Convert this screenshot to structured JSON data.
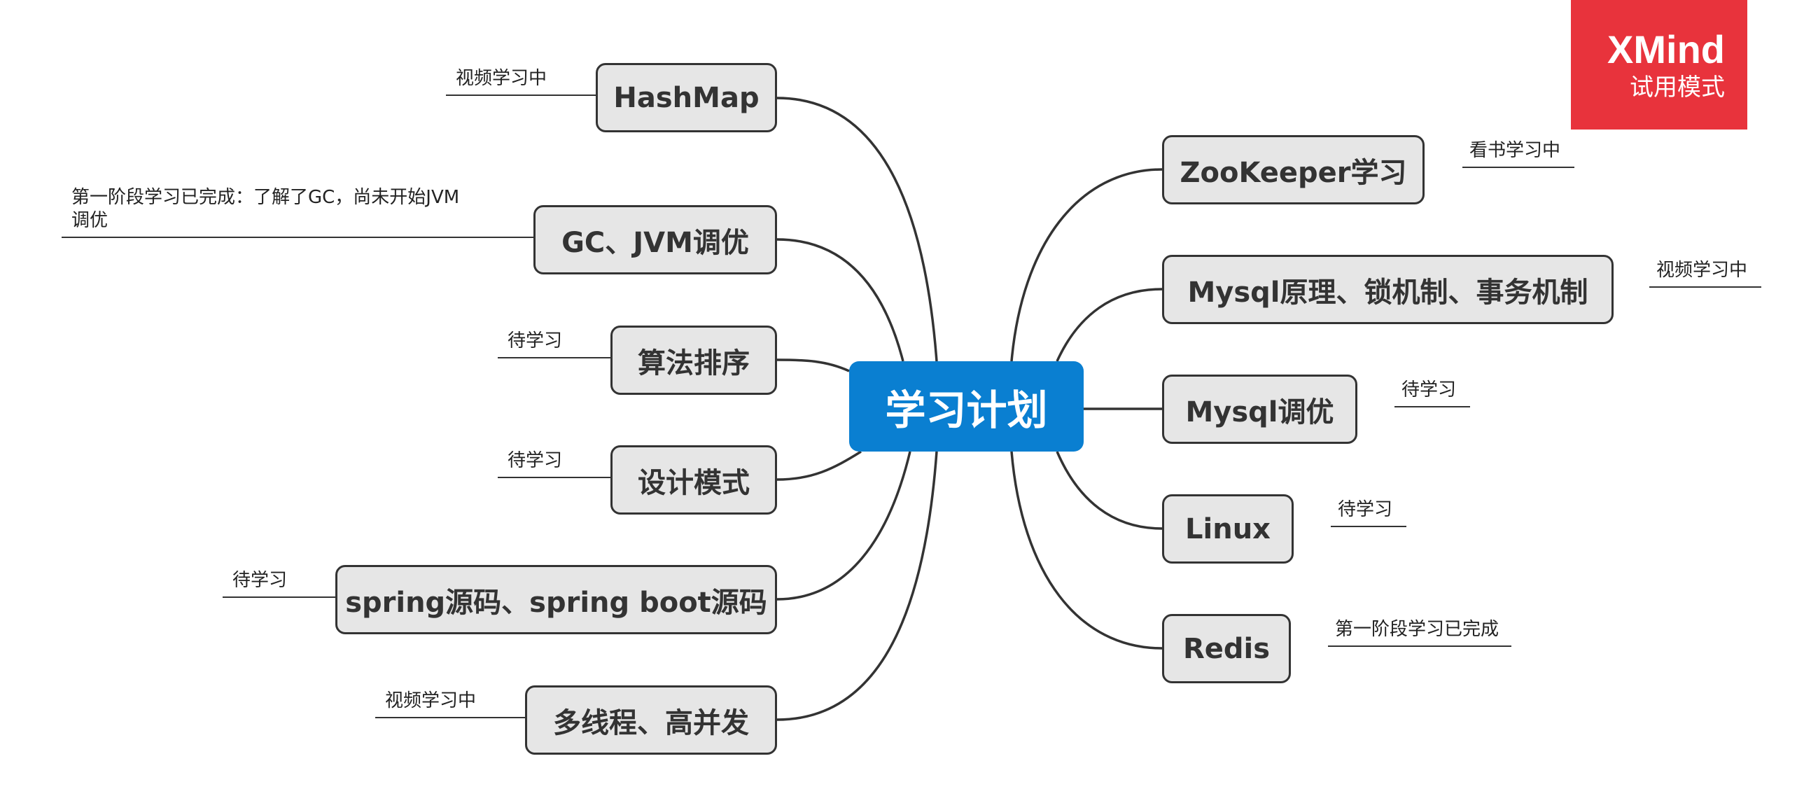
{
  "root": {
    "label": "学习计划"
  },
  "badge": {
    "brand": "XMind",
    "mode": "试用模式"
  },
  "left_topics": [
    {
      "label": "HashMap",
      "note": "视频学习中"
    },
    {
      "label": "GC、JVM调优",
      "note": "第一阶段学习已完成：了解了GC，尚未开始JVM调优"
    },
    {
      "label": "算法排序",
      "note": "待学习"
    },
    {
      "label": "设计模式",
      "note": "待学习"
    },
    {
      "label": "spring源码、spring boot源码",
      "note": "待学习"
    },
    {
      "label": "多线程、高并发",
      "note": "视频学习中"
    }
  ],
  "right_topics": [
    {
      "label": "ZooKeeper学习",
      "note": "看书学习中"
    },
    {
      "label": "Mysql原理、锁机制、事务机制",
      "note": "视频学习中"
    },
    {
      "label": "Mysql调优",
      "note": "待学习"
    },
    {
      "label": "Linux",
      "note": "待学习"
    },
    {
      "label": "Redis",
      "note": "第一阶段学习已完成"
    }
  ],
  "colors": {
    "root_fill": "#0a7fd1",
    "topic_fill": "#e6e6e6",
    "line": "#333333",
    "badge_fill": "#e8333c"
  }
}
